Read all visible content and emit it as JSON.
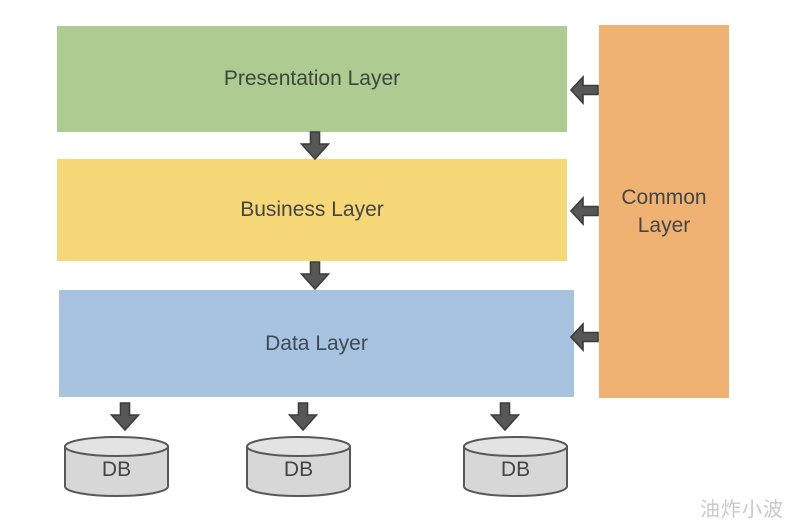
{
  "diagram": {
    "layers": [
      {
        "label": "Presentation Layer",
        "color": "#aecb92"
      },
      {
        "label": "Business Layer",
        "color": "#f6d878"
      },
      {
        "label": "Data Layer",
        "color": "#a8c3df"
      }
    ],
    "common_layer": {
      "label": "Common Layer",
      "color": "#f0b273"
    },
    "databases": [
      {
        "label": "DB"
      },
      {
        "label": "DB"
      },
      {
        "label": "DB"
      }
    ],
    "arrow_color": "#575757",
    "database_color": "#d7d7d7",
    "watermark": "油炸小波"
  }
}
